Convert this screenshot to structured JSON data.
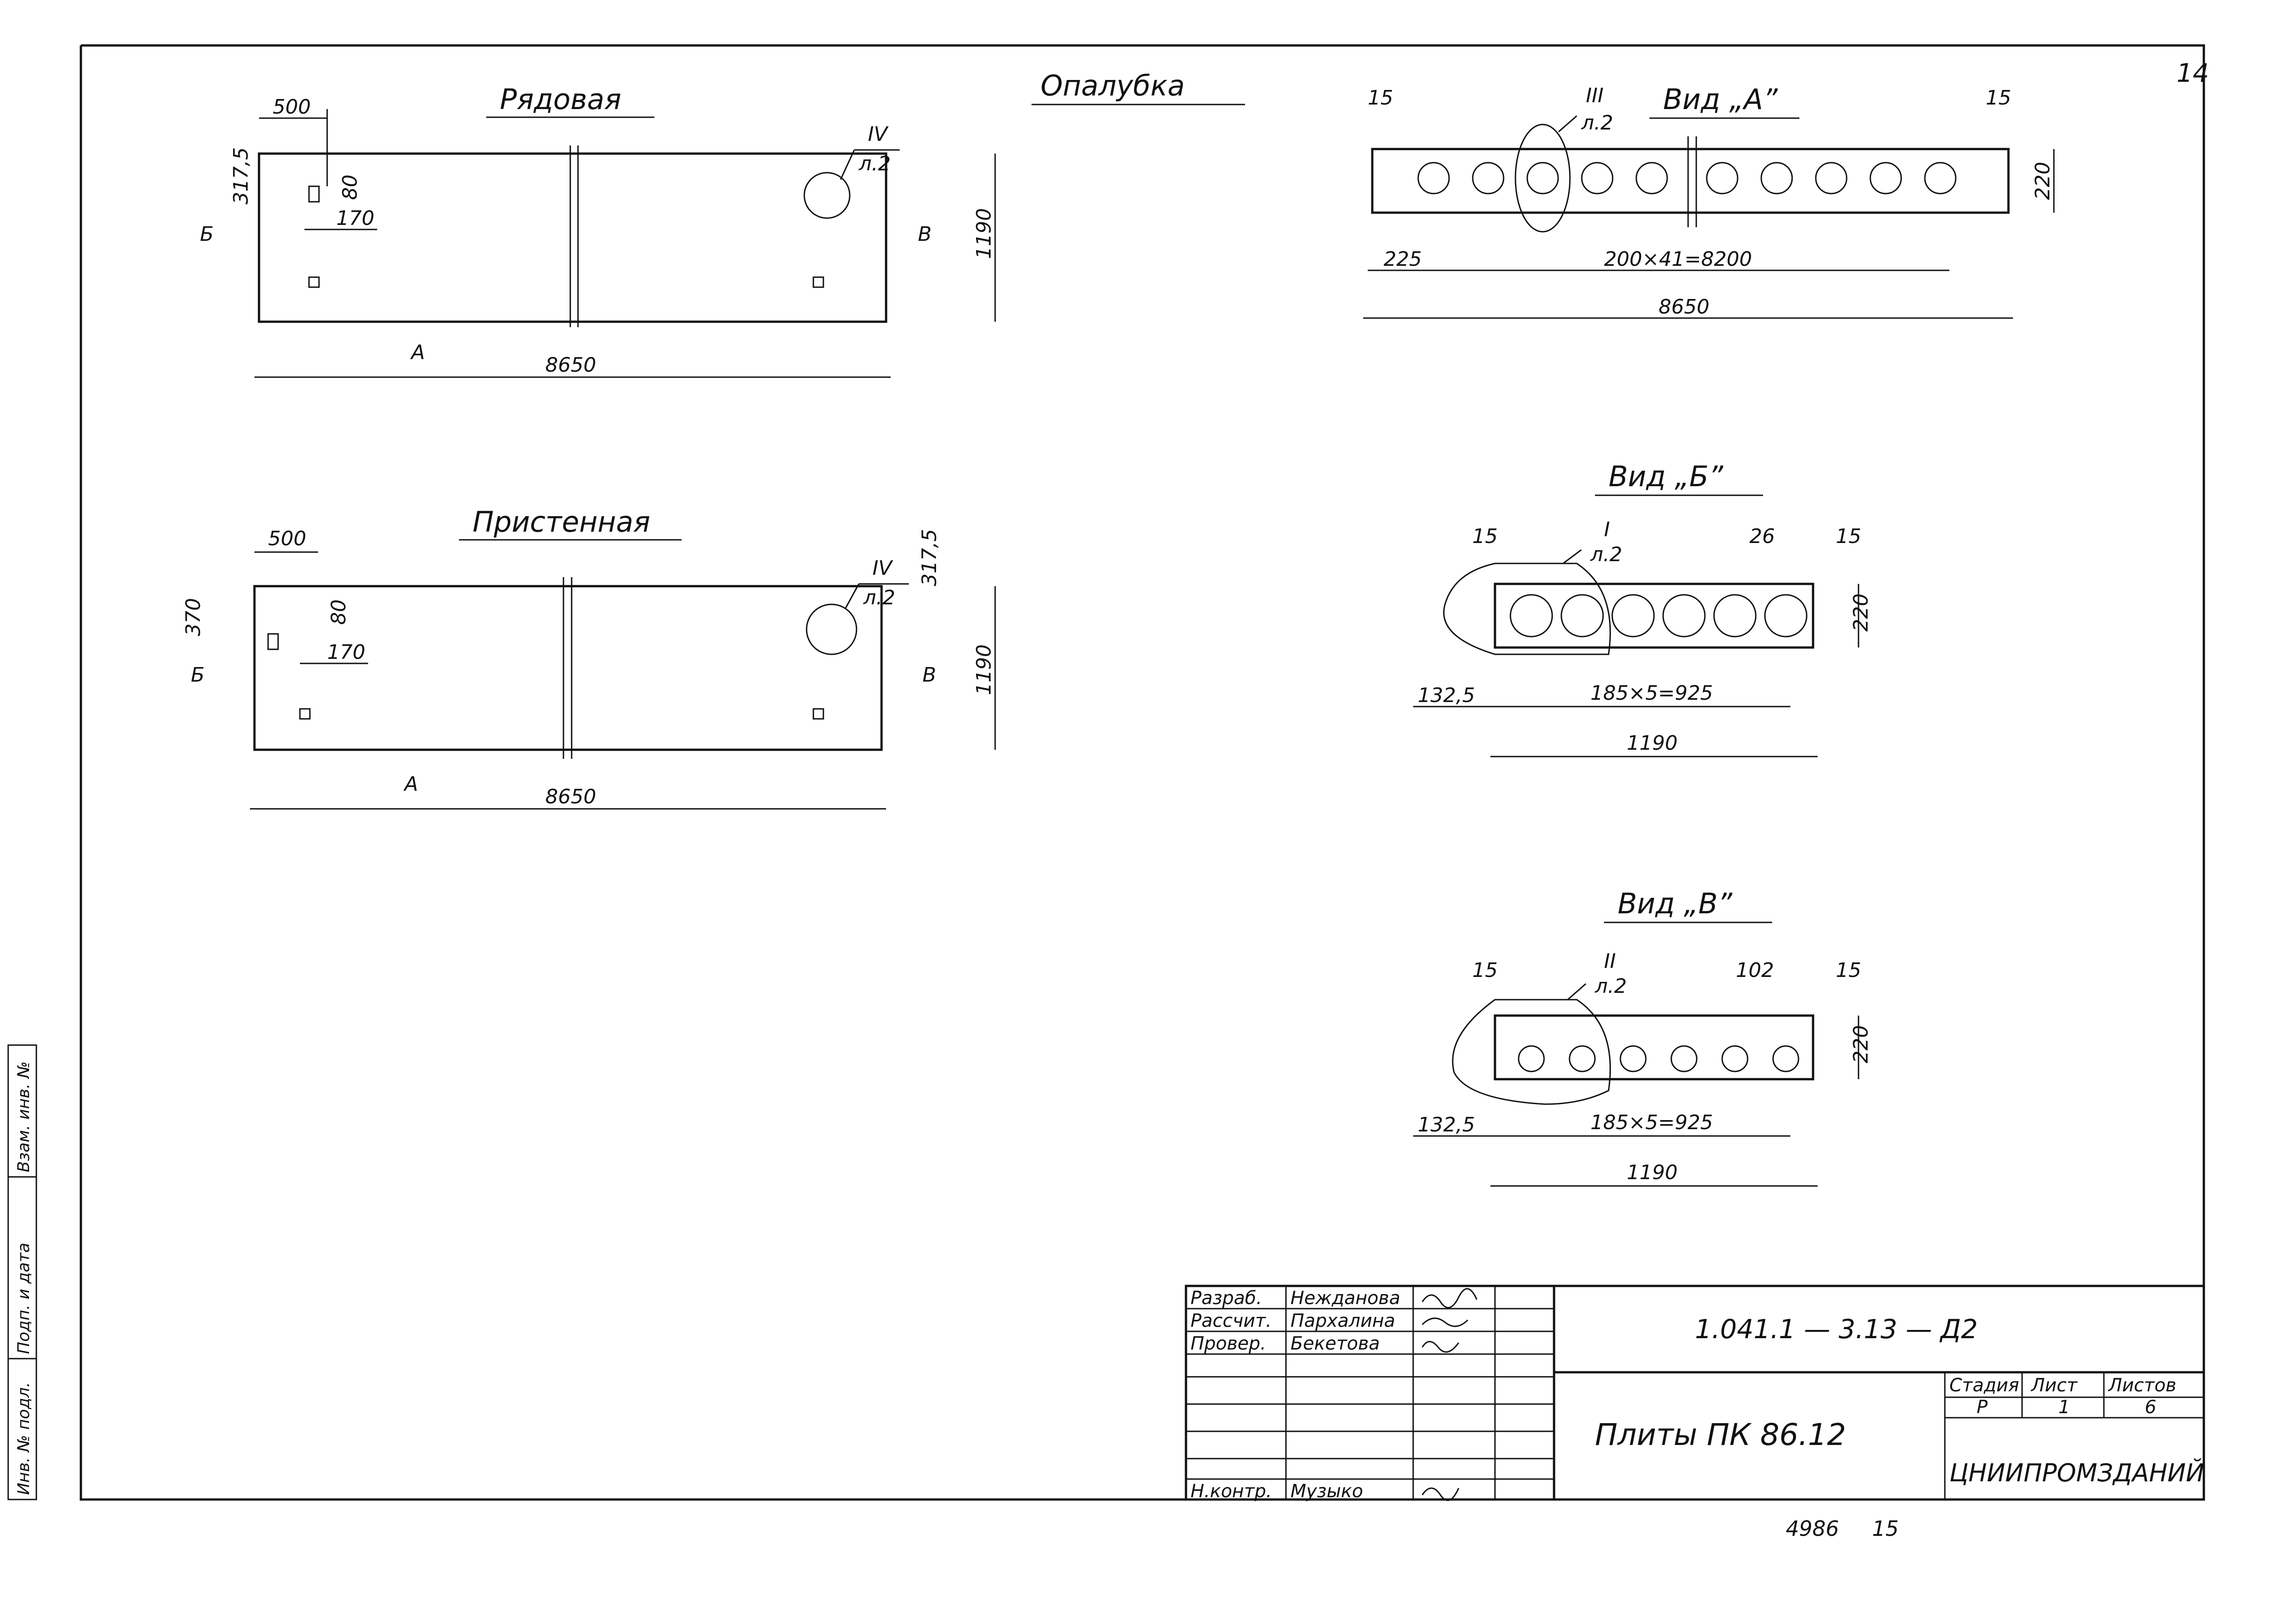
{
  "page": {
    "number": "14",
    "archive_no": "4986",
    "archive_sheet": "15"
  },
  "opalubka": {
    "title": "Опалубка"
  },
  "ryadovaya": {
    "title": "Рядовая",
    "dim_500": "500",
    "dim_317_5": "317,5",
    "dim_80": "80",
    "dim_170": "170",
    "dim_1190": "1190",
    "dim_8650": "8650",
    "label_b": "Б",
    "label_v": "В",
    "label_a": "А",
    "callout_num": "IV",
    "callout_sheet": "л.2"
  },
  "pristennaya": {
    "title": "Пристенная",
    "dim_500": "500",
    "dim_370": "370",
    "dim_80": "80",
    "dim_170": "170",
    "dim_317_5": "317,5",
    "dim_1190": "1190",
    "dim_8650": "8650",
    "label_b": "Б",
    "label_v": "В",
    "label_a": "А",
    "callout_num": "IV",
    "callout_sheet": "л.2"
  },
  "vid_a": {
    "title": "Вид „А”",
    "callout_num": "III",
    "callout_sheet": "л.2",
    "dim_15_left": "15",
    "dim_15_right": "15",
    "dim_220": "220",
    "dim_225": "225",
    "dim_span": "200×41=8200",
    "dim_total": "8650"
  },
  "vid_b": {
    "title": "Вид „Б”",
    "callout_num": "I",
    "callout_sheet": "л.2",
    "dim_15_left": "15",
    "dim_26": "26",
    "dim_15_right": "15",
    "dim_220": "220",
    "dim_132_5": "132,5",
    "dim_span": "185×5=925",
    "dim_total": "1190"
  },
  "vid_v": {
    "title": "Вид „В”",
    "callout_num": "II",
    "callout_sheet": "л.2",
    "dim_15_left": "15",
    "dim_102": "102",
    "dim_15_right": "15",
    "dim_220": "220",
    "dim_132_5": "132,5",
    "dim_span": "185×5=925",
    "dim_total": "1190"
  },
  "side_stamp": {
    "inv_podl": "Инв. № подл.",
    "podp_data": "Подп. и дата",
    "vzam_inv": "Взам. инв. №"
  },
  "title_block": {
    "rows": [
      {
        "role": "Разраб.",
        "name": "Нежданова"
      },
      {
        "role": "Рассчит.",
        "name": "Пархалина"
      },
      {
        "role": "Провер.",
        "name": "Бекетова"
      },
      {
        "role": "Н.контр.",
        "name": "Музыко"
      }
    ],
    "doc_code": "1.041.1 — 3.13 — Д2",
    "product": "Плиты ПК 86.12",
    "stage_label": "Стадия",
    "sheet_label": "Лист",
    "sheets_label": "Листов",
    "stage_value": "Р",
    "sheet_value": "1",
    "sheets_value": "6",
    "org": "ЦНИИПРОМЗДАНИЙ"
  }
}
